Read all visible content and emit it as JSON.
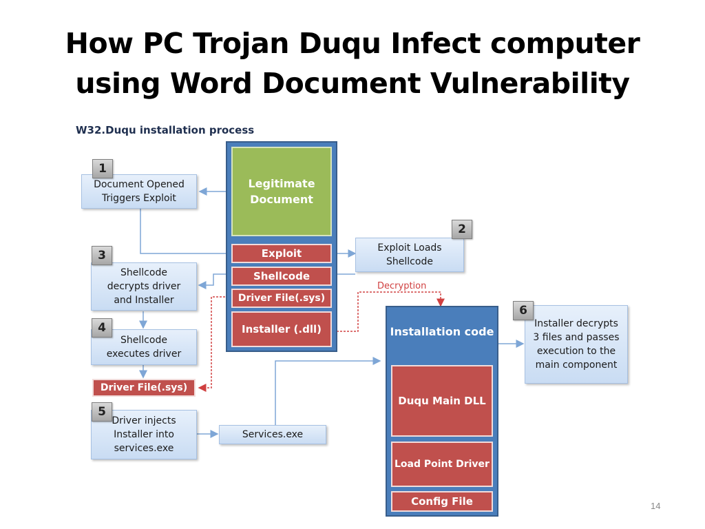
{
  "slide": {
    "title_line1": "How PC Trojan Duqu Infect computer",
    "title_line2": "using Word Document Vulnerability",
    "page_number": "14"
  },
  "diagram": {
    "title": "W32.Duqu installation process",
    "center_column": {
      "legitimate": "Legitimate Document",
      "exploit": "Exploit",
      "shellcode": "Shellcode",
      "driver_file": "Driver File(.sys)",
      "installer": "Installer (.dll)"
    },
    "install_column": {
      "heading": "Installation code",
      "main_dll": "Duqu Main DLL",
      "load_point": "Load Point Driver",
      "config": "Config File"
    },
    "steps": [
      {
        "num": "1",
        "text": "Document Opened Triggers Exploit"
      },
      {
        "num": "2",
        "text": "Exploit Loads Shellcode"
      },
      {
        "num": "3",
        "text": "Shellcode decrypts driver and Installer"
      },
      {
        "num": "4",
        "text": "Shellcode executes driver"
      },
      {
        "num": "5",
        "text": "Driver injects Installer into services.exe"
      },
      {
        "num": "6",
        "text": "Installer decrypts 3 files and passes execution to the main component"
      }
    ],
    "left_driver_file": "Driver File(.sys)",
    "services": "Services.exe",
    "decryption_label": "Decryption",
    "colors": {
      "blue_column": "#4a7ebb",
      "red_box": "#c0504d",
      "green_box": "#9bbb59",
      "light_box": "#dce8f6",
      "arrow": "#7ea6d6",
      "dotted_arrow": "#d04040"
    }
  }
}
